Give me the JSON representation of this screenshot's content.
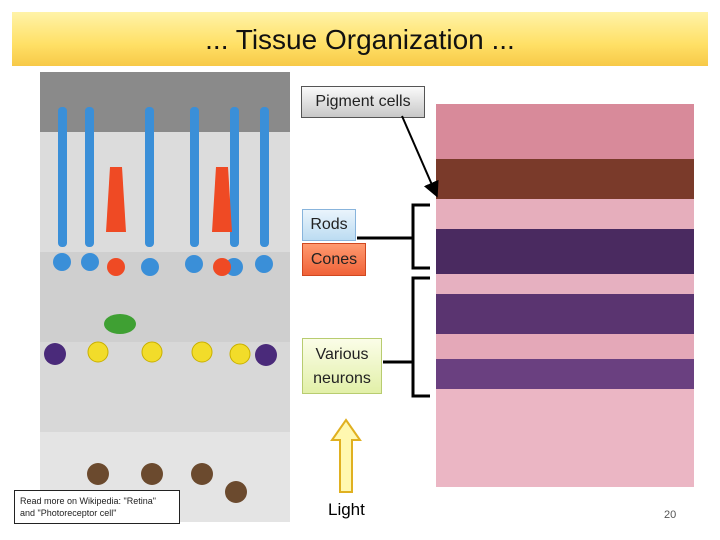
{
  "slide": {
    "title": "... Tissue Organization ...",
    "number": "20"
  },
  "labels": {
    "pigment_cells": "Pigment cells",
    "rods": "Rods",
    "cones": "Cones",
    "various_neurons_line1": "Various",
    "various_neurons_line2": "neurons",
    "light": "Light"
  },
  "footnote": {
    "line1": "Read more on Wikipedia: \"Retina\"",
    "line2": "and \"Photoreceptor cell\""
  },
  "colors": {
    "rod": "#3a8fd8",
    "cone": "#ef4a24",
    "bipolar": "#f2dc2a",
    "horizontal": "#3fa033",
    "amacrine": "#4a2a7a",
    "ganglion": "#6b4a2e",
    "pigment": "#8a8a8a"
  }
}
